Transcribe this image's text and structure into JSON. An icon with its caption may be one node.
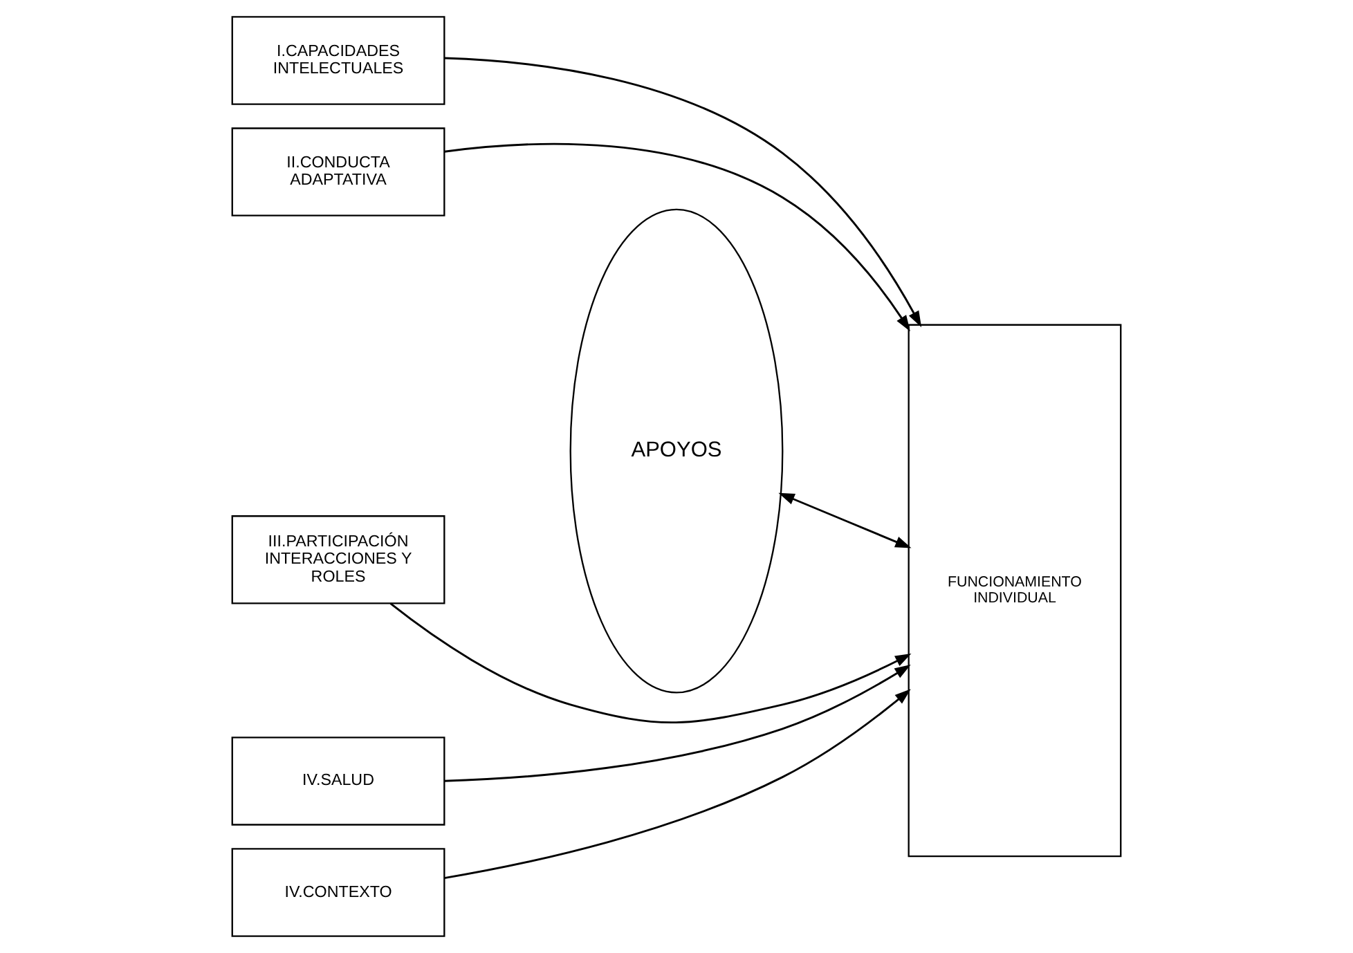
{
  "diagram": {
    "nodes": [
      {
        "text": [
          "I.CAPACIDADES INTELECTUALES"
        ]
      },
      {
        "text": [
          "II.CONDUCTA ADAPTATIVA"
        ]
      },
      {
        "text": [
          "III.PARTICIPACIÓN INTERACCIONES Y ROLES"
        ]
      },
      {
        "text": [
          "IV.SALUD"
        ]
      },
      {
        "text": [
          "IV.CONTEXTO"
        ]
      },
      {
        "text": [
          "APOYOS"
        ]
      },
      {
        "text": [
          "FUNCIONAMIENTO INDIVIDUAL"
        ]
      }
    ],
    "edges": [
      {
        "from": 0,
        "to": 6,
        "arrow": "to"
      },
      {
        "from": 1,
        "to": 6,
        "arrow": "to"
      },
      {
        "from": 2,
        "to": 6,
        "arrow": "to"
      },
      {
        "from": 3,
        "to": 6,
        "arrow": "to"
      },
      {
        "from": 4,
        "to": 6,
        "arrow": "to"
      },
      {
        "from": 5,
        "to": 6,
        "arrow": "both"
      }
    ]
  }
}
